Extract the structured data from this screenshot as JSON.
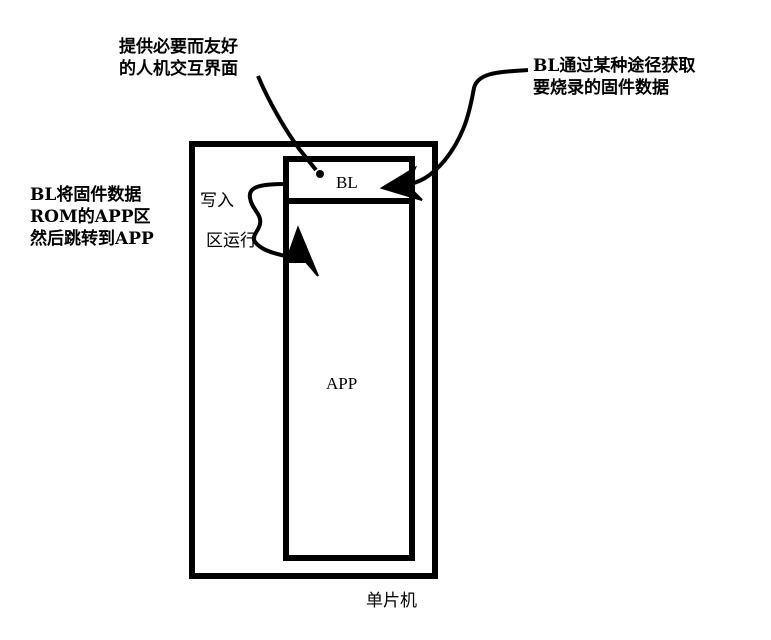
{
  "labels": {
    "bl_box": "BL",
    "app_box": "APP",
    "chip": "单片机",
    "top_note": [
      "提供必要而友好",
      "的人机交互界面"
    ],
    "right_note": [
      "BL通过某种途径获取",
      "要烧录的固件数据"
    ],
    "left_note": [
      "BL将固件数据",
      "ROM的APP区",
      "然后跳转到APP"
    ],
    "write_in": "写入",
    "region_run": "区运行"
  },
  "colors": {
    "stroke": "#000000",
    "background": "#ffffff"
  }
}
